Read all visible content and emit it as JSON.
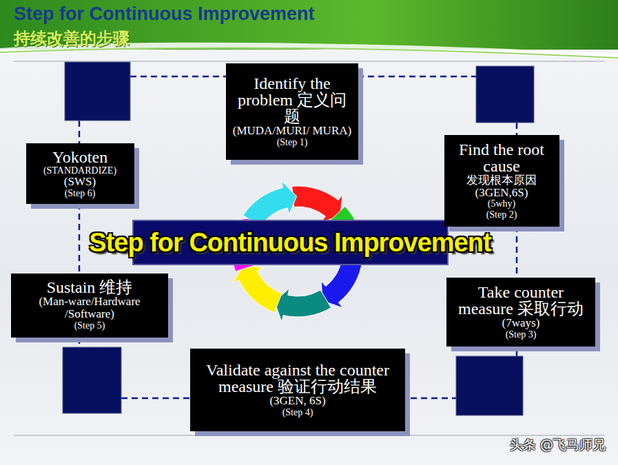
{
  "diagram": {
    "title": "Step for Continuous Improvement",
    "nodes": [
      {
        "text": [
          "Identify the problem 定义问题",
          "(MUDA/MURI/ MURA)",
          "(Step 1)"
        ]
      },
      {
        "text": [
          "Find the root cause",
          "发现根本原因",
          "(3GEN,6S)",
          "(5why)",
          "(Step 2)"
        ]
      },
      {
        "text": [
          "Take counter measure 采取行动",
          "(7ways)",
          "(Step 3)"
        ]
      },
      {
        "text": [
          "Validate against the counter measure 验证行动结果",
          "(3GEN, 6S)",
          "(Step 4)"
        ]
      },
      {
        "text": [
          "Sustain 维持",
          "(Man-ware/Hardware /Software)",
          "(Step 5)"
        ]
      },
      {
        "text": [
          "Yokoten",
          "(STANDARDIZE)",
          "(SWS)",
          "(Step 6)"
        ]
      },
      {
        "text": [
          "Step for Continuous Improvement"
        ]
      }
    ],
    "labels": [
      "持续改善的步骤",
      "头条 @飞马师兄"
    ]
  }
}
